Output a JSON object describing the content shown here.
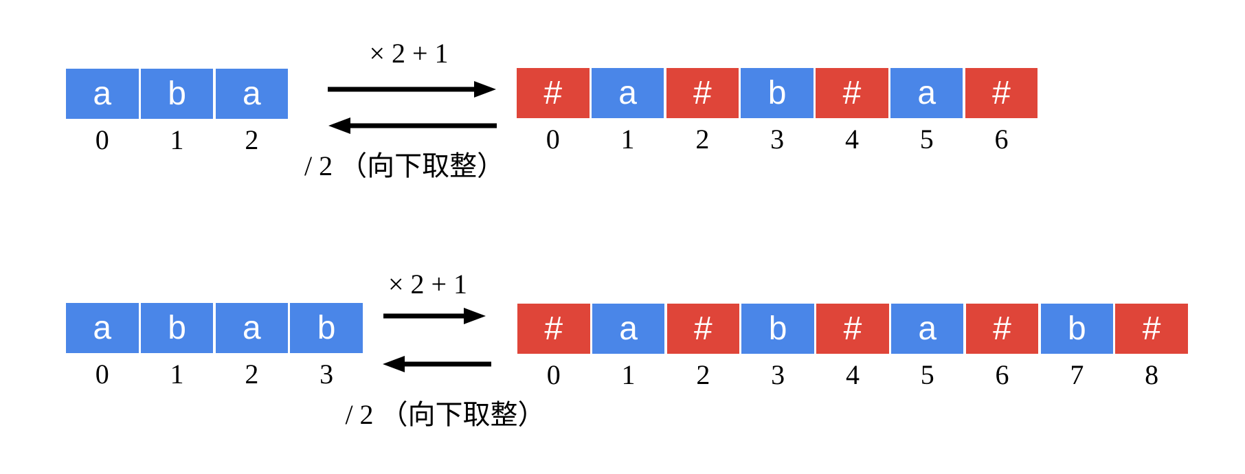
{
  "colors": {
    "blue": "#4a86e8",
    "red": "#df4539",
    "cell_text": "#ffffff",
    "text": "#000000",
    "arrow": "#000000",
    "background": "#ffffff"
  },
  "rows": [
    {
      "name": "odd-length-example",
      "forward_label": "× 2 + 1",
      "backward_label": "/ 2 （向下取整）",
      "source": {
        "cells": [
          {
            "char": "a",
            "color": "blue",
            "index": "0"
          },
          {
            "char": "b",
            "color": "blue",
            "index": "1"
          },
          {
            "char": "a",
            "color": "blue",
            "index": "2"
          }
        ]
      },
      "result": {
        "cells": [
          {
            "char": "#",
            "color": "red",
            "index": "0"
          },
          {
            "char": "a",
            "color": "blue",
            "index": "1"
          },
          {
            "char": "#",
            "color": "red",
            "index": "2"
          },
          {
            "char": "b",
            "color": "blue",
            "index": "3"
          },
          {
            "char": "#",
            "color": "red",
            "index": "4"
          },
          {
            "char": "a",
            "color": "blue",
            "index": "5"
          },
          {
            "char": "#",
            "color": "red",
            "index": "6"
          }
        ]
      }
    },
    {
      "name": "even-length-example",
      "forward_label": "× 2 + 1",
      "backward_label": "/ 2 （向下取整）",
      "source": {
        "cells": [
          {
            "char": "a",
            "color": "blue",
            "index": "0"
          },
          {
            "char": "b",
            "color": "blue",
            "index": "1"
          },
          {
            "char": "a",
            "color": "blue",
            "index": "2"
          },
          {
            "char": "b",
            "color": "blue",
            "index": "3"
          }
        ]
      },
      "result": {
        "cells": [
          {
            "char": "#",
            "color": "red",
            "index": "0"
          },
          {
            "char": "a",
            "color": "blue",
            "index": "1"
          },
          {
            "char": "#",
            "color": "red",
            "index": "2"
          },
          {
            "char": "b",
            "color": "blue",
            "index": "3"
          },
          {
            "char": "#",
            "color": "red",
            "index": "4"
          },
          {
            "char": "a",
            "color": "blue",
            "index": "5"
          },
          {
            "char": "#",
            "color": "red",
            "index": "6"
          },
          {
            "char": "b",
            "color": "blue",
            "index": "7"
          },
          {
            "char": "#",
            "color": "red",
            "index": "8"
          }
        ]
      }
    }
  ]
}
